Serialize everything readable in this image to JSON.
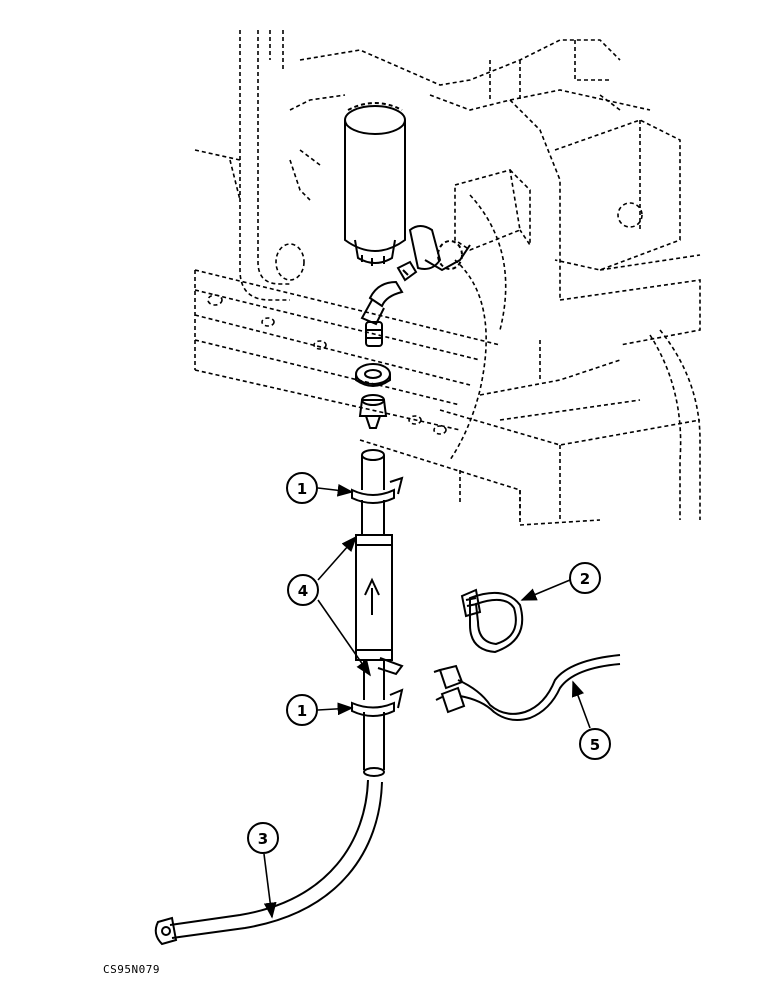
{
  "callouts": [
    {
      "id": "c1a",
      "label": "1"
    },
    {
      "id": "c2",
      "label": "2"
    },
    {
      "id": "c4",
      "label": "4"
    },
    {
      "id": "c1b",
      "label": "1"
    },
    {
      "id": "c5",
      "label": "5"
    },
    {
      "id": "c3",
      "label": "3"
    }
  ],
  "drawing_code": "CS95N079"
}
